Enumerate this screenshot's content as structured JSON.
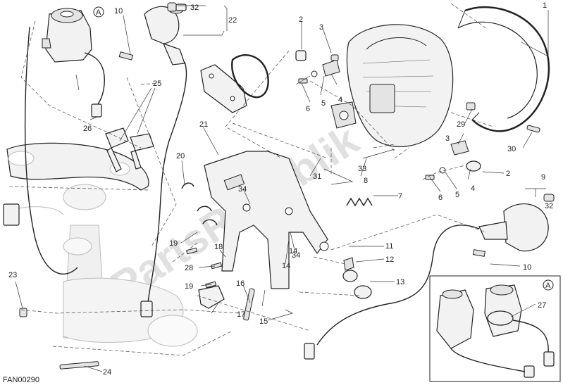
{
  "diagram": {
    "code": "FAN00290",
    "watermark": "PartsRepublik",
    "callouts": [
      {
        "id": "c1",
        "text": "1"
      },
      {
        "id": "c2a",
        "text": "2"
      },
      {
        "id": "c2b",
        "text": "2"
      },
      {
        "id": "c3a",
        "text": "3"
      },
      {
        "id": "c3b",
        "text": "3"
      },
      {
        "id": "c4a",
        "text": "4"
      },
      {
        "id": "c4b",
        "text": "4"
      },
      {
        "id": "c5a",
        "text": "5"
      },
      {
        "id": "c5b",
        "text": "5"
      },
      {
        "id": "c6a",
        "text": "6"
      },
      {
        "id": "c6b",
        "text": "6"
      },
      {
        "id": "c7",
        "text": "7"
      },
      {
        "id": "c8",
        "text": "8"
      },
      {
        "id": "c9",
        "text": "9"
      },
      {
        "id": "c10a",
        "text": "10"
      },
      {
        "id": "c10b",
        "text": "10"
      },
      {
        "id": "c11",
        "text": "11"
      },
      {
        "id": "c12",
        "text": "12"
      },
      {
        "id": "c13",
        "text": "13"
      },
      {
        "id": "c14a",
        "text": "14"
      },
      {
        "id": "c14b",
        "text": "14"
      },
      {
        "id": "c15",
        "text": "15"
      },
      {
        "id": "c16",
        "text": "16"
      },
      {
        "id": "c17",
        "text": "17"
      },
      {
        "id": "c18",
        "text": "18"
      },
      {
        "id": "c19a",
        "text": "19"
      },
      {
        "id": "c19b",
        "text": "19"
      },
      {
        "id": "c20",
        "text": "20"
      },
      {
        "id": "c21",
        "text": "21"
      },
      {
        "id": "c22",
        "text": "22"
      },
      {
        "id": "c23",
        "text": "23"
      },
      {
        "id": "c24",
        "text": "24"
      },
      {
        "id": "c25",
        "text": "25"
      },
      {
        "id": "c26",
        "text": "26"
      },
      {
        "id": "c27",
        "text": "27"
      },
      {
        "id": "c28",
        "text": "28"
      },
      {
        "id": "c29",
        "text": "29"
      },
      {
        "id": "c30",
        "text": "30"
      },
      {
        "id": "c31",
        "text": "31"
      },
      {
        "id": "c32a",
        "text": "32"
      },
      {
        "id": "c32b",
        "text": "32"
      },
      {
        "id": "c33",
        "text": "33"
      },
      {
        "id": "c34a",
        "text": "34"
      },
      {
        "id": "c34b",
        "text": "34"
      }
    ],
    "detail_marker": "A"
  }
}
